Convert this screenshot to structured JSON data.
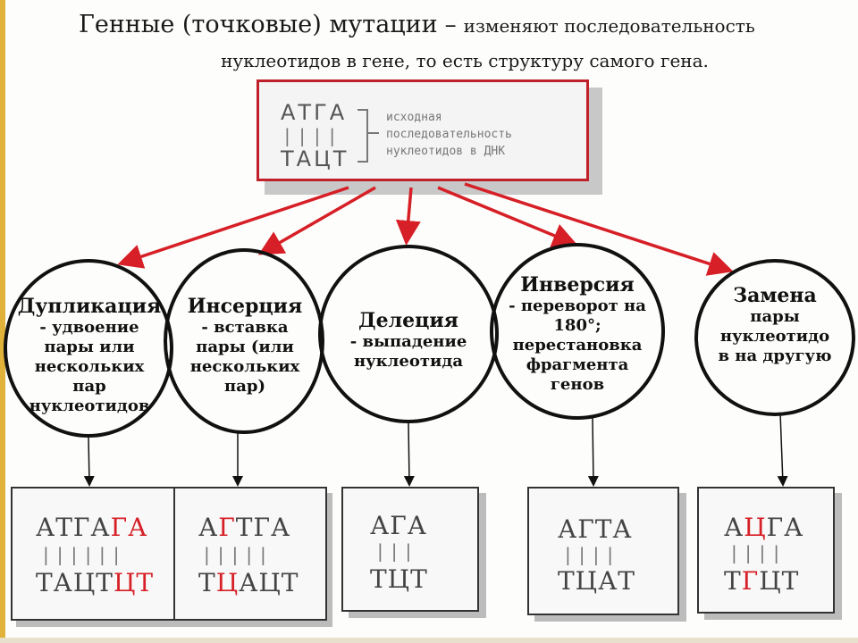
{
  "title": {
    "main": "Генные (точковые) мутации",
    "dash": "–",
    "desc_line1": "изменяют последовательность",
    "desc_line2": "нуклеотидов в гене, то есть структуру самого гена."
  },
  "source": {
    "top_strand": "АТГА",
    "bottom_strand": "ТАЦТ",
    "bonds": "||||",
    "caption": [
      "исходная",
      "последовательность",
      "нуклеотидов в ДНК"
    ]
  },
  "mutations": [
    {
      "name": "Дупликация",
      "desc": [
        "- удвоение",
        "пары или",
        "нескольких",
        "пар",
        "нуклеотидов"
      ],
      "result": {
        "top": [
          [
            "АТГА",
            false
          ],
          [
            "ГА",
            true
          ]
        ],
        "bottom": [
          [
            "ТАЦТ",
            false
          ],
          [
            "ЦТ",
            true
          ]
        ],
        "bonds": "||||||"
      }
    },
    {
      "name": "Инсерция",
      "desc": [
        "- вставка",
        "пары (или",
        "нескольких",
        "пар)"
      ],
      "result": {
        "top": [
          [
            "А",
            false
          ],
          [
            "Г",
            true
          ],
          [
            "ТГА",
            false
          ]
        ],
        "bottom": [
          [
            "Т",
            false
          ],
          [
            "Ц",
            true
          ],
          [
            "АЦТ",
            false
          ]
        ],
        "bonds": "|||||"
      }
    },
    {
      "name": "Делеция",
      "desc": [
        "- выпадение",
        "нуклеотида"
      ],
      "result": {
        "top": [
          [
            "АГА",
            false
          ]
        ],
        "bottom": [
          [
            "ТЦТ",
            false
          ]
        ],
        "bonds": "|||"
      }
    },
    {
      "name": "Инверсия",
      "desc": [
        "- переворот на",
        "180°;",
        "перестановка",
        "фрагмента",
        "генов"
      ],
      "result": {
        "top": [
          [
            "АГТА",
            false
          ]
        ],
        "bottom": [
          [
            "ТЦАТ",
            false
          ]
        ],
        "bonds": "||||"
      }
    },
    {
      "name": "Замена",
      "desc": [
        "пары",
        "нуклеотидо",
        "в на другую"
      ],
      "result": {
        "top": [
          [
            "А",
            false
          ],
          [
            "Ц",
            true
          ],
          [
            "ГА",
            false
          ]
        ],
        "bottom": [
          [
            "Т",
            false
          ],
          [
            "Г",
            true
          ],
          [
            "ЦТ",
            false
          ]
        ],
        "bonds": "||||"
      }
    }
  ],
  "colors": {
    "accent_red": "#d61f26",
    "box_border": "#c0202a",
    "side_bar": "#e0b23a"
  }
}
